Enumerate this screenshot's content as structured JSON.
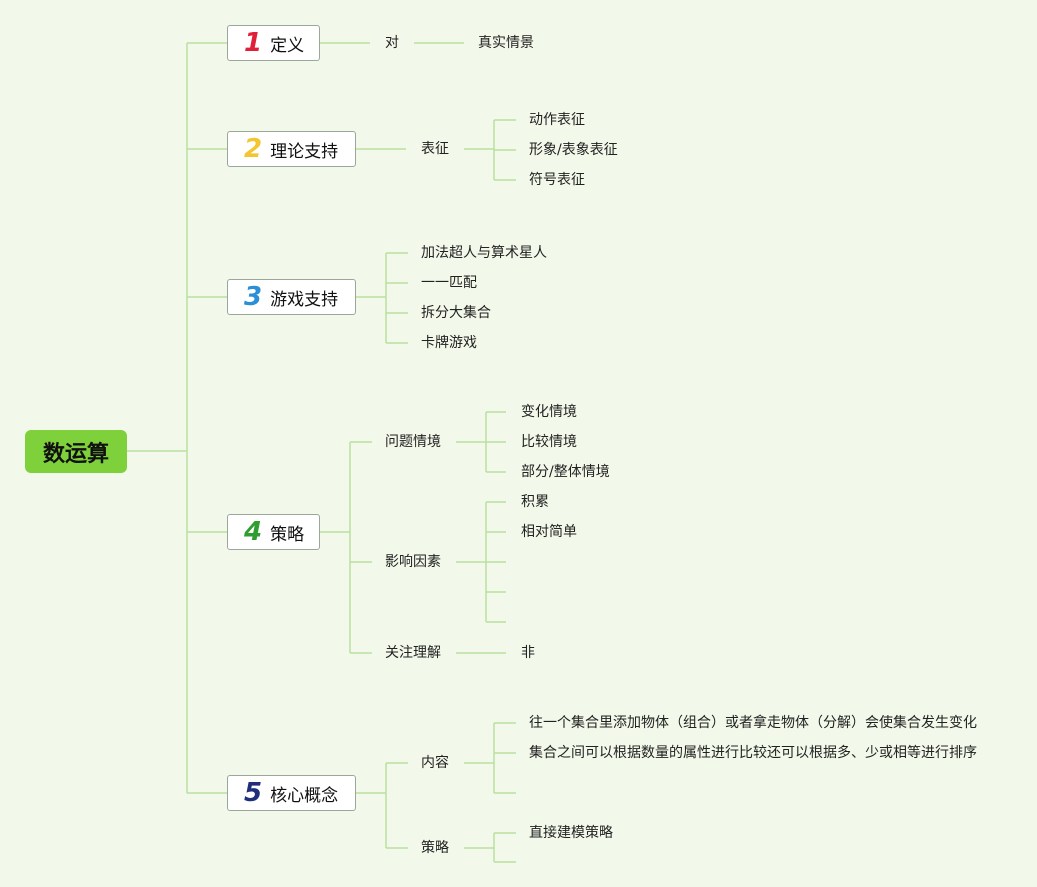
{
  "root": "数运算",
  "branches": [
    {
      "num": "1",
      "label": "定义",
      "color": "#e0203a"
    },
    {
      "num": "2",
      "label": "理论支持",
      "color": "#f2c531"
    },
    {
      "num": "3",
      "label": "游戏支持",
      "color": "#2a8fd6"
    },
    {
      "num": "4",
      "label": "策略",
      "color": "#2f9e2f"
    },
    {
      "num": "5",
      "label": "核心概念",
      "color": "#1f2f7a"
    }
  ],
  "nodes": {
    "b1_a": "对",
    "b1_b": "真实情景",
    "b2_a": "表征",
    "b2_c1": "动作表征",
    "b2_c2": "形象/表象表征",
    "b2_c3": "符号表征",
    "b3_c1": "加法超人与算术星人",
    "b3_c2": "一一匹配",
    "b3_c3": "拆分大集合",
    "b3_c4": "卡牌游戏",
    "b4_a": "问题情境",
    "b4_a1": "变化情境",
    "b4_a2": "比较情境",
    "b4_a3": "部分/整体情境",
    "b4_b": "影响因素",
    "b4_b1": "积累",
    "b4_b2": "相对简单",
    "b4_c": "关注理解",
    "b4_c1": "非",
    "b5_a": "内容",
    "b5_a1": "往一个集合里添加物体（组合）或者拿走物体（分解）会使集合发生变化",
    "b5_a2": "集合之间可以根据数量的属性进行比较还可以根据多、少或相等进行排序",
    "b5_b": "策略",
    "b5_b1": "直接建模策略"
  }
}
